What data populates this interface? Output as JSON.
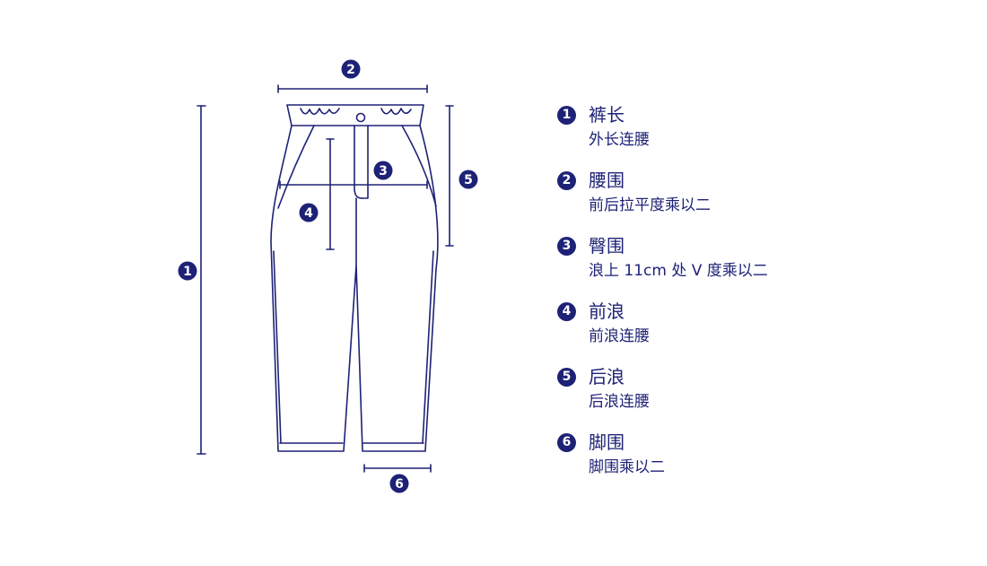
{
  "colors": {
    "accent": "#1e2276",
    "outline": "#1e2276",
    "background": "#ffffff"
  },
  "markers": {
    "m1": "1",
    "m2": "2",
    "m3": "3",
    "m4": "4",
    "m5": "5",
    "m6": "6"
  },
  "legend": [
    {
      "num": "1",
      "title": "裤长",
      "desc": "外长连腰"
    },
    {
      "num": "2",
      "title": "腰围",
      "desc": "前后拉平度乘以二"
    },
    {
      "num": "3",
      "title": "臀围",
      "desc": "浪上 11cm 处 V 度乘以二"
    },
    {
      "num": "4",
      "title": "前浪",
      "desc": "前浪连腰"
    },
    {
      "num": "5",
      "title": "后浪",
      "desc": "后浪连腰"
    },
    {
      "num": "6",
      "title": "脚围",
      "desc": "脚围乘以二"
    }
  ]
}
